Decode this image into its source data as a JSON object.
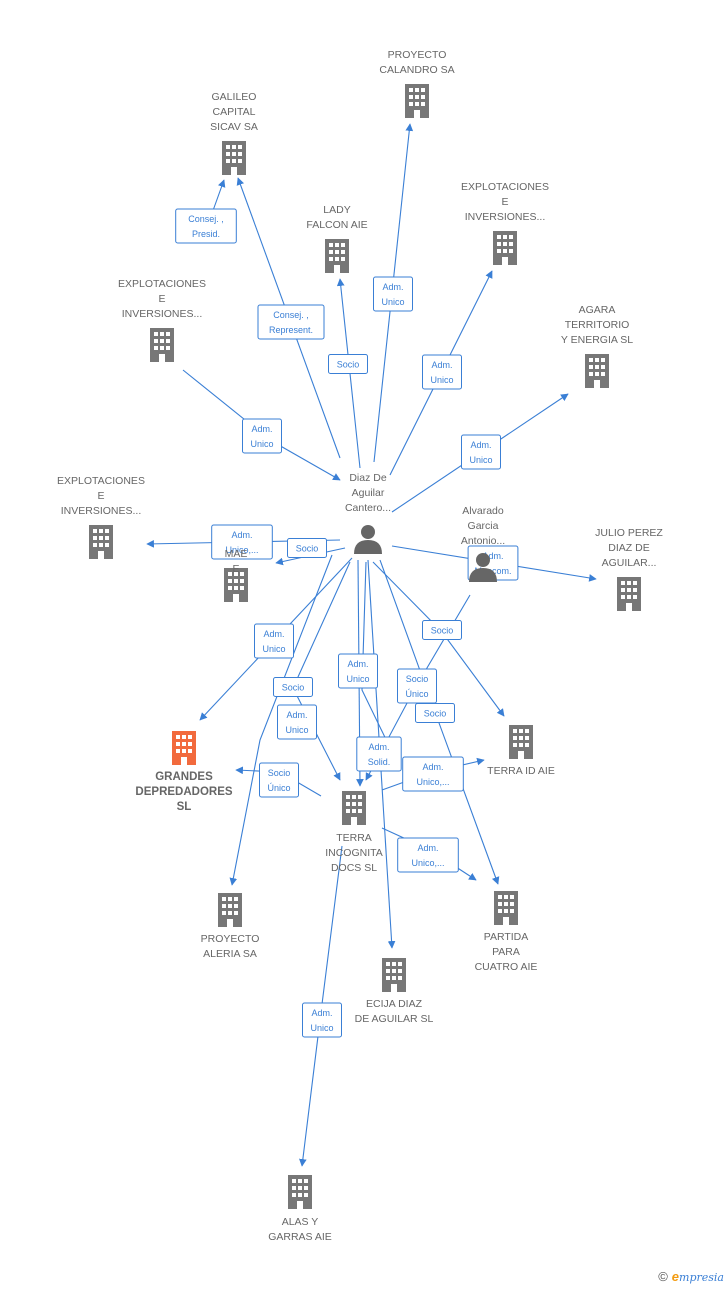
{
  "colors": {
    "edge": "#3a7fd5",
    "company": "#777777",
    "focus": "#f26a3d",
    "person": "#666666"
  },
  "nodes": [
    {
      "id": "proyecto_calandro",
      "type": "company",
      "lines": [
        "PROYECTO",
        "CALANDRO SA"
      ]
    },
    {
      "id": "galileo",
      "type": "company",
      "lines": [
        "GALILEO",
        "CAPITAL",
        "SICAV SA"
      ]
    },
    {
      "id": "lady_falcon",
      "type": "company",
      "lines": [
        "LADY",
        "FALCON  AIE"
      ]
    },
    {
      "id": "expl_top",
      "type": "company",
      "lines": [
        "EXPLOTACIONES",
        "E",
        "INVERSIONES..."
      ]
    },
    {
      "id": "expl_left",
      "type": "company",
      "lines": [
        "EXPLOTACIONES",
        "E",
        "INVERSIONES..."
      ]
    },
    {
      "id": "agara",
      "type": "company",
      "lines": [
        "AGARA",
        "TERRITORIO",
        "Y ENERGIA  SL"
      ]
    },
    {
      "id": "expl_far",
      "type": "company",
      "lines": [
        "EXPLOTACIONES",
        "E",
        "INVERSIONES..."
      ]
    },
    {
      "id": "diaz",
      "type": "person",
      "lines": [
        "Diaz De",
        "Aguilar",
        "Cantero..."
      ]
    },
    {
      "id": "alvarado",
      "type": "person",
      "lines": [
        "Alvarado",
        "Garcia",
        "Antonio..."
      ]
    },
    {
      "id": "julio",
      "type": "company",
      "lines": [
        "JULIO PEREZ",
        "DIAZ DE",
        "AGUILAR..."
      ]
    },
    {
      "id": "mae",
      "type": "company",
      "lines": [
        "MAE",
        "E"
      ]
    },
    {
      "id": "grandes",
      "type": "focus",
      "lines": [
        "GRANDES",
        "DEPREDADORES",
        "SL"
      ]
    },
    {
      "id": "terra_id",
      "type": "company",
      "lines": [
        "TERRA ID  AIE"
      ]
    },
    {
      "id": "terra_incognita",
      "type": "company",
      "lines": [
        "TERRA",
        "INCOGNITA",
        "DOCS  SL"
      ]
    },
    {
      "id": "proyecto_aleria",
      "type": "company",
      "lines": [
        "PROYECTO",
        "ALERIA SA"
      ]
    },
    {
      "id": "partida",
      "type": "company",
      "lines": [
        "PARTIDA",
        "PARA",
        "CUATRO  AIE"
      ]
    },
    {
      "id": "ecija",
      "type": "company",
      "lines": [
        "ECIJA DIAZ",
        "DE AGUILAR  SL"
      ]
    },
    {
      "id": "alas",
      "type": "company",
      "lines": [
        "ALAS Y",
        "GARRAS  AIE"
      ]
    }
  ],
  "edge_labels": [
    {
      "lines": [
        "Consej. ,",
        "Presid."
      ]
    },
    {
      "lines": [
        "Consej. ,",
        "Represent."
      ]
    },
    {
      "lines": [
        "Adm.",
        "Unico"
      ]
    },
    {
      "lines": [
        "Socio"
      ]
    },
    {
      "lines": [
        "Adm.",
        "Unico"
      ]
    },
    {
      "lines": [
        "Adm.",
        "Unico"
      ]
    },
    {
      "lines": [
        "Adm.",
        "Unico"
      ]
    },
    {
      "lines": [
        "Adm.",
        "Unico,..."
      ]
    },
    {
      "lines": [
        "Socio"
      ]
    },
    {
      "lines": [
        "Adm.",
        "Mancom."
      ]
    },
    {
      "lines": [
        "Adm.",
        "Unico"
      ]
    },
    {
      "lines": [
        "Socio"
      ]
    },
    {
      "lines": [
        "Adm.",
        "Unico"
      ]
    },
    {
      "lines": [
        "Socio",
        "Único"
      ]
    },
    {
      "lines": [
        "Socio"
      ]
    },
    {
      "lines": [
        "Adm.",
        "Unico"
      ]
    },
    {
      "lines": [
        "Socio"
      ]
    },
    {
      "lines": [
        "Adm.",
        "Solid."
      ]
    },
    {
      "lines": [
        "Socio",
        "Único"
      ]
    },
    {
      "lines": [
        "Adm.",
        "Unico,..."
      ]
    },
    {
      "lines": [
        "Adm.",
        "Unico,..."
      ]
    },
    {
      "lines": [
        "Adm.",
        "Unico"
      ]
    }
  ],
  "footer": {
    "copyright": "©",
    "brand_e": "e",
    "brand_rest": "mpresia"
  }
}
